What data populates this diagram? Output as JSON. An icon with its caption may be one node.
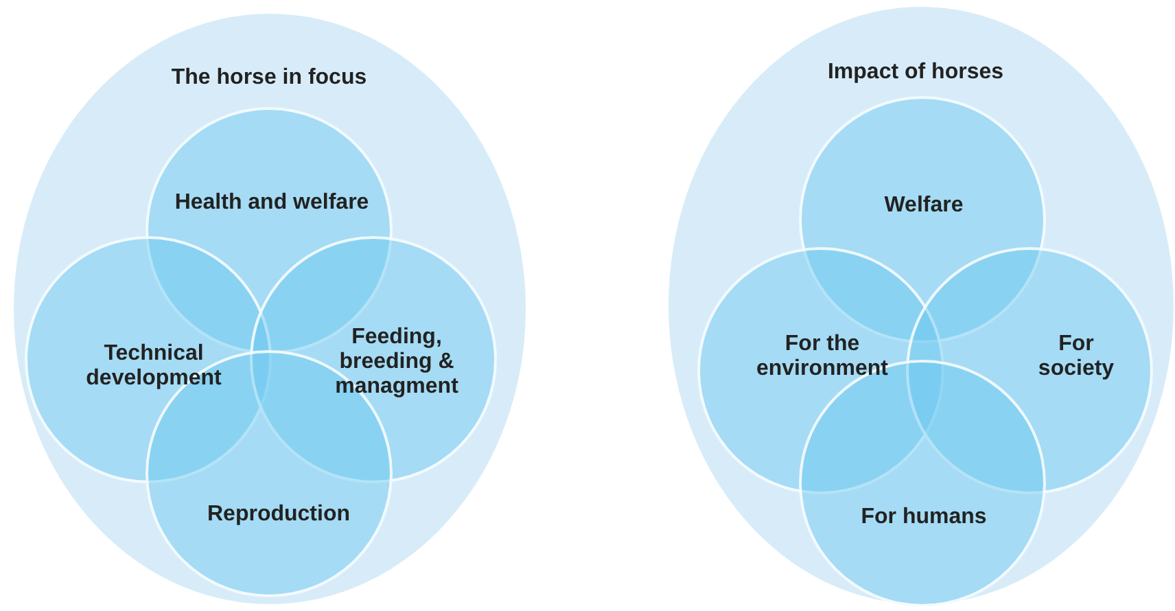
{
  "diagram": {
    "nodes": [
      {
        "text": [
          "The horse in focus"
        ]
      },
      {
        "text": [
          "Health and welfare"
        ],
        "in": 0
      },
      {
        "text": [
          "Technical development"
        ],
        "in": 0
      },
      {
        "text": [
          "Feeding, breeding & managment"
        ],
        "in": 0
      },
      {
        "text": [
          "Reproduction"
        ],
        "in": 0
      },
      {
        "text": [
          "Impact of horses"
        ]
      },
      {
        "text": [
          "Welfare"
        ],
        "in": 5
      },
      {
        "text": [
          "For the environment"
        ],
        "in": 5
      },
      {
        "text": [
          "For society"
        ],
        "in": 5
      },
      {
        "text": [
          "For humans"
        ],
        "in": 5
      }
    ],
    "edges": []
  }
}
